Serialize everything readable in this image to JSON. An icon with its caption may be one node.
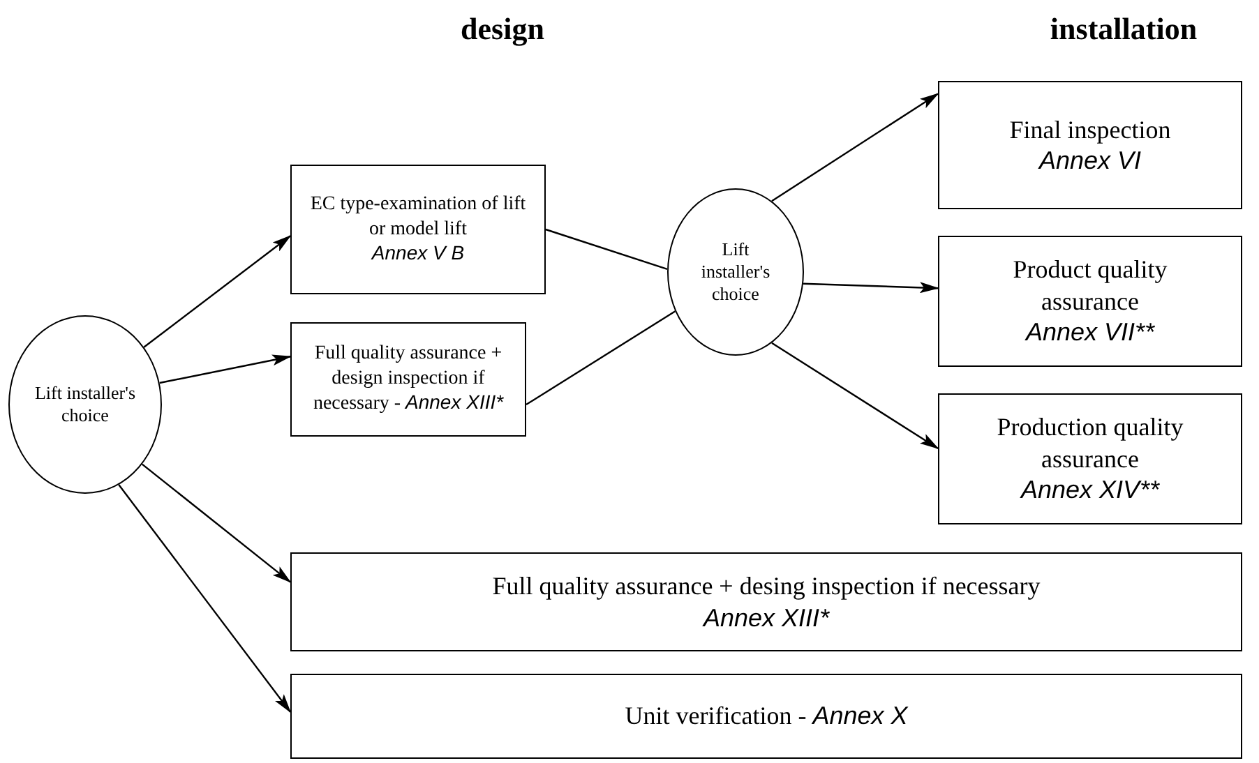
{
  "diagram": {
    "nodes": [
      {
        "text": [
          "Lift installer's choice"
        ]
      },
      {
        "text": [
          "EC type-examination of lift or model lift",
          "Annex V B"
        ]
      },
      {
        "text": [
          "Full quality assurance + design inspection if necessary -",
          "Annex XIII*"
        ]
      },
      {
        "text": [
          "Lift installer's choice"
        ]
      },
      {
        "text": [
          "Final inspection",
          "Annex VI"
        ]
      },
      {
        "text": [
          "Product quality assurance",
          "Annex VII**"
        ]
      },
      {
        "text": [
          "Production quality assurance",
          "Annex XIV**"
        ]
      },
      {
        "text": [
          "Full quality assurance + desing inspection if necessary",
          "Annex XIII*"
        ]
      },
      {
        "text": [
          "Unit verification -",
          "Annex X"
        ]
      }
    ],
    "edges": [
      {
        "from": 0,
        "to": 1,
        "arrow": "to"
      },
      {
        "from": 0,
        "to": 2,
        "arrow": "to"
      },
      {
        "from": 0,
        "to": 7,
        "arrow": "to"
      },
      {
        "from": 0,
        "to": 8,
        "arrow": "to"
      },
      {
        "from": 1,
        "to": 3,
        "arrow": "none"
      },
      {
        "from": 2,
        "to": 3,
        "arrow": "none"
      },
      {
        "from": 3,
        "to": 4,
        "arrow": "to"
      },
      {
        "from": 3,
        "to": 5,
        "arrow": "to"
      },
      {
        "from": 3,
        "to": 6,
        "arrow": "to"
      }
    ],
    "labels": [
      "design",
      "installation"
    ]
  }
}
